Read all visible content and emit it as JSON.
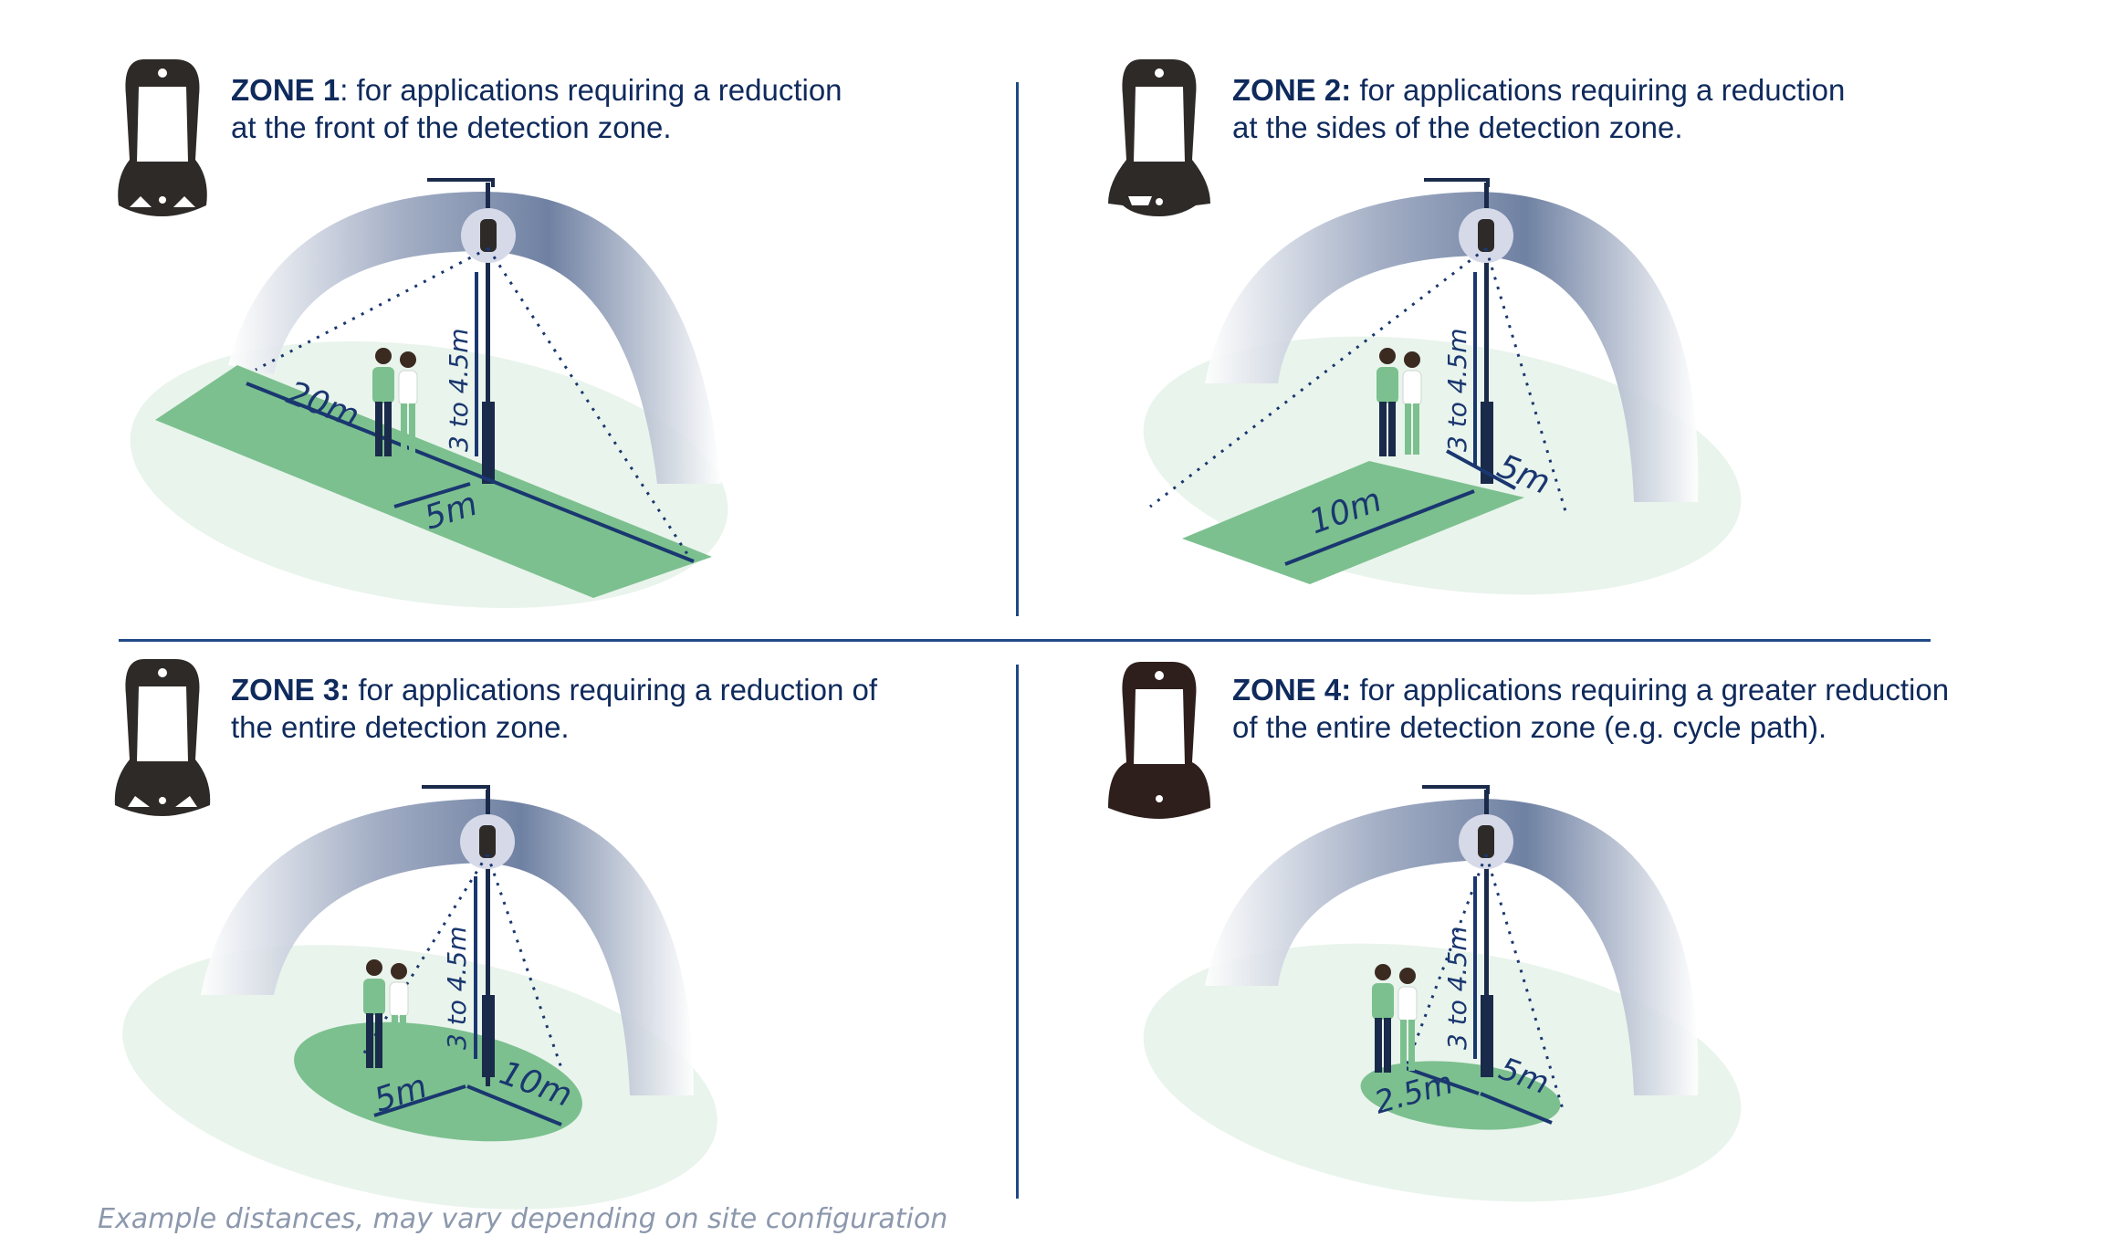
{
  "zones": [
    {
      "heading": "ZONE 1",
      "heading_suffix": ":",
      "text_line1": " for applications requiring a reduction",
      "text_line2": "at the front of the detection zone.",
      "labels": {
        "length": "20m",
        "width": "5m",
        "height": "3 to 4.5m"
      },
      "sensor_icon": "sensor-cover-front-cutout-icon"
    },
    {
      "heading": "ZONE 2:",
      "heading_suffix": "",
      "text_line1": " for applications requiring a reduction",
      "text_line2": "at the sides of the detection zone.",
      "labels": {
        "length": "10m",
        "width": "5m",
        "height": "3 to 4.5m"
      },
      "sensor_icon": "sensor-cover-side-flaps-icon"
    },
    {
      "heading": "ZONE 3:",
      "heading_suffix": "",
      "text_line1": " for applications requiring a reduction of",
      "text_line2": "the entire detection zone.",
      "labels": {
        "length": "10m",
        "width": "5m",
        "height": "3 to 4.5m"
      },
      "sensor_icon": "sensor-cover-full-icon"
    },
    {
      "heading": "ZONE 4:",
      "heading_suffix": "",
      "text_line1": " for applications requiring a greater reduction",
      "text_line2": "of the entire detection zone (e.g. cycle path).",
      "labels": {
        "length": "5m",
        "width": "2.5m",
        "height": "3 to 4.5m"
      },
      "sensor_icon": "sensor-cover-solid-icon"
    }
  ],
  "footnote": "Example distances, may vary depending on site configuration",
  "colors": {
    "navy": "#0f2a5c",
    "divider": "#1f4a86",
    "zone_green": "#7cc08f",
    "ground_light": "#e9f4ec",
    "arc_dark": "#55698f",
    "sensor_dark": "#2e2a28"
  }
}
